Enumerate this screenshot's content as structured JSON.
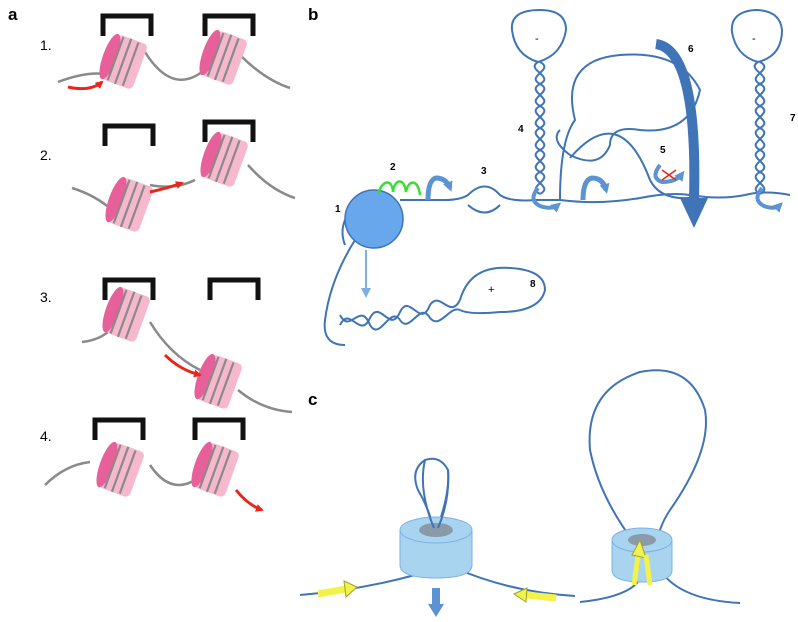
{
  "panels": {
    "a": "a",
    "b": "b",
    "c": "c"
  },
  "steps": [
    "1.",
    "2.",
    "3.",
    "4."
  ],
  "b_numbers": [
    "1",
    "2",
    "3",
    "4",
    "5",
    "6",
    "7",
    "8"
  ],
  "b_signs": {
    "left_loop": "-",
    "right_loop": "-",
    "bottom_loop": "+"
  },
  "colors": {
    "dna_gray": "#8a8a8a",
    "nucleosome_pink": "#f6b8cc",
    "nucleosome_face": "#e8609a",
    "red_arrow": "#e8261c",
    "dna_blue": "#3f74b6",
    "fill_blue": "#69a7ec",
    "arrow_blue": "#5b93d3",
    "green": "#3ddc3b",
    "cohesin_blue": "#a9d4f0",
    "yellow_arrow": "#f3f24a"
  }
}
